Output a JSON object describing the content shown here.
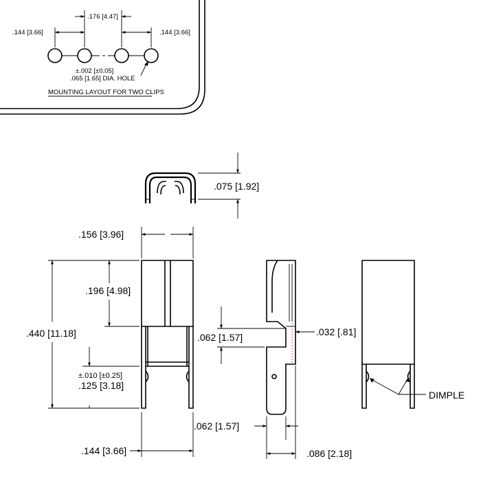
{
  "mounting_layout": {
    "spacing_center": ".176 [4.47]",
    "spacing_left": ".144 [3.66]",
    "spacing_right": ".144 [3.66]",
    "tolerance": "±.002 [±0.05]",
    "hole": ".065 [1.65] DIA. HOLE",
    "title": "MOUNTING LAYOUT FOR TWO CLIPS"
  },
  "top_view": {
    "height": ".075 [1.92]"
  },
  "front_view": {
    "width": ".156 [3.96]",
    "overall_height": ".440 [11.18]",
    "slot_depth": ".196 [4.98]",
    "tolerance": "±.010 [±0.25]",
    "pin_length": ".125 [3.18]",
    "pin_spacing": ".144 [3.66]"
  },
  "side_view": {
    "notch_height": ".062 [1.57]",
    "thickness": ".032 [.81]",
    "pin_width": ".062 [1.57]",
    "overall_depth": ".086 [2.18]"
  },
  "rear_view": {
    "dimple_label": "DIMPLE"
  }
}
